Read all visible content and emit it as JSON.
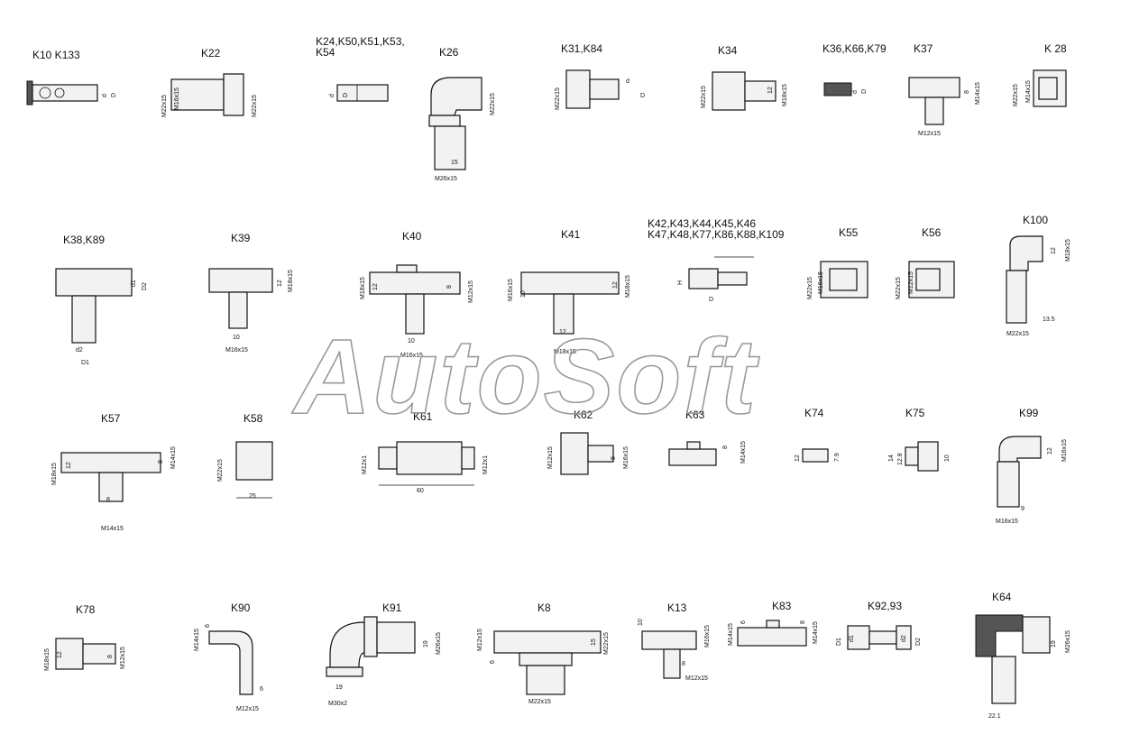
{
  "watermark": "AutoSoft",
  "fittings": [
    {
      "id": "k10",
      "label": "K10 K133",
      "dims": [
        "d",
        "D"
      ]
    },
    {
      "id": "k22",
      "label": "K22",
      "dims": [
        "M22x15",
        "M16x15",
        "M22x15"
      ]
    },
    {
      "id": "k24",
      "label": "K24,K50,K51,K53,",
      "label2": "K54",
      "dims": [
        "d",
        "D"
      ]
    },
    {
      "id": "k26",
      "label": "K26",
      "dims": [
        "M22x15",
        "15",
        "M26x15"
      ]
    },
    {
      "id": "k31",
      "label": "K31,K84",
      "dims": [
        "M22x15",
        "d",
        "D"
      ]
    },
    {
      "id": "k34",
      "label": "K34",
      "dims": [
        "M22x15",
        "12",
        "M18x15"
      ]
    },
    {
      "id": "k36",
      "label": "K36,K66,K79",
      "dims": [
        "d",
        "D"
      ]
    },
    {
      "id": "k37",
      "label": "K37",
      "dims": [
        "8",
        "M14x15",
        "M12x15"
      ]
    },
    {
      "id": "k28",
      "label": "K 28",
      "dims": [
        "M22x15",
        "M14x15"
      ]
    },
    {
      "id": "k38",
      "label": "K38,K89",
      "dims": [
        "d1",
        "D2",
        "d2",
        "D1"
      ]
    },
    {
      "id": "k39",
      "label": "K39",
      "dims": [
        "12",
        "M18x15",
        "10",
        "M16x15"
      ]
    },
    {
      "id": "k40",
      "label": "K40",
      "dims": [
        "M18x15",
        "12",
        "8",
        "M12x15",
        "10",
        "M16x15"
      ]
    },
    {
      "id": "k41",
      "label": "K41",
      "dims": [
        "M16x15",
        "10",
        "12",
        "M18x15",
        "12",
        "M18x15"
      ]
    },
    {
      "id": "k42",
      "label": "K42,K43,K44,K45,K46",
      "label2": "K47,K48,K77,K86,K88,K109",
      "dims": [
        "H",
        "D"
      ]
    },
    {
      "id": "k55",
      "label": "K55",
      "dims": [
        "M22x15",
        "M16x15"
      ]
    },
    {
      "id": "k56",
      "label": "K56",
      "dims": [
        "M22x15",
        "M12x15"
      ]
    },
    {
      "id": "k100",
      "label": "K100",
      "dims": [
        "12",
        "M18x15",
        "13.5",
        "M22x15"
      ]
    },
    {
      "id": "k57",
      "label": "K57",
      "dims": [
        "M18x15",
        "12",
        "8",
        "M14x15",
        "8",
        "M14x15"
      ]
    },
    {
      "id": "k58",
      "label": "K58",
      "dims": [
        "M22x15",
        "25"
      ]
    },
    {
      "id": "k61",
      "label": "K61",
      "dims": [
        "M12x1",
        "M12x1",
        "60"
      ]
    },
    {
      "id": "k62",
      "label": "K62",
      "dims": [
        "M12x15",
        "8",
        "M16x15"
      ]
    },
    {
      "id": "k63",
      "label": "K63",
      "dims": [
        "8",
        "M14x15"
      ]
    },
    {
      "id": "k74",
      "label": "K74",
      "dims": [
        "12",
        "7.9"
      ]
    },
    {
      "id": "k75",
      "label": "K75",
      "dims": [
        "14",
        "12.8",
        "10"
      ]
    },
    {
      "id": "k99",
      "label": "K99",
      "dims": [
        "12",
        "M16x15",
        "9",
        "M16x15"
      ]
    },
    {
      "id": "k78",
      "label": "K78",
      "dims": [
        "M18x15",
        "12",
        "8",
        "M12x15"
      ]
    },
    {
      "id": "k90",
      "label": "K90",
      "dims": [
        "M14x15",
        "6",
        "6",
        "M12x15"
      ]
    },
    {
      "id": "k91",
      "label": "K91",
      "dims": [
        "19",
        "M26x15",
        "19",
        "M30x2"
      ]
    },
    {
      "id": "k8",
      "label": "K8",
      "dims": [
        "M12x15",
        "6",
        "15",
        "M22x15",
        "M22x15"
      ]
    },
    {
      "id": "k13",
      "label": "K13",
      "dims": [
        "10",
        "M16x15",
        "8",
        "M12x15"
      ]
    },
    {
      "id": "k83",
      "label": "K83",
      "dims": [
        "M14x15",
        "6",
        "8",
        "M14x15"
      ]
    },
    {
      "id": "k92",
      "label": "K92,93",
      "dims": [
        "D1",
        "d1",
        "d2",
        "D2"
      ]
    },
    {
      "id": "k64",
      "label": "K64",
      "dims": [
        "19",
        "M26x15",
        "22.1"
      ]
    }
  ]
}
